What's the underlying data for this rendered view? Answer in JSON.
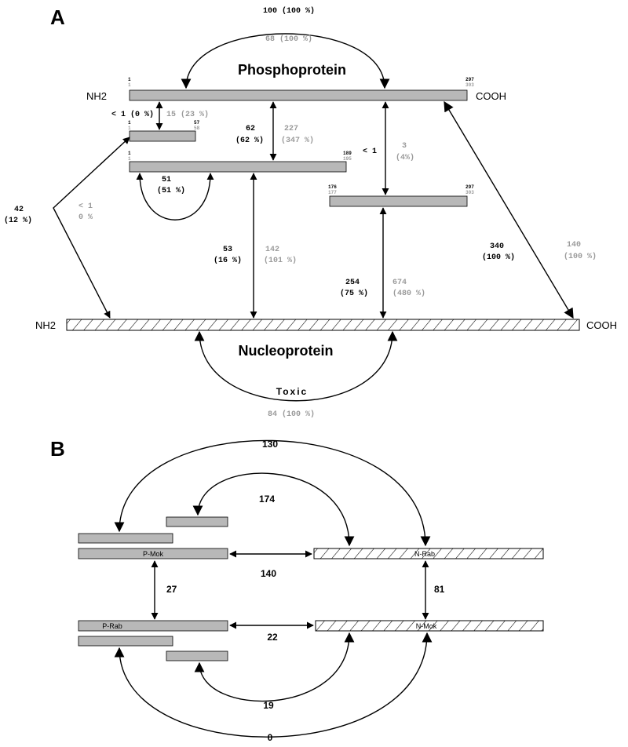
{
  "panel_a": {
    "letter": "A",
    "phosphoprotein_label": "Phosphoprotein",
    "nucleoprotein_label": "Nucleoprotein",
    "p_nh2": "NH2",
    "p_cooh": "COOH",
    "n_nh2": "NH2",
    "n_cooh": "COOH",
    "toxic_label": "Toxic",
    "p_self_black": "100 (100 %)",
    "p_self_grey": "68 (100 %)",
    "n_self_grey": "84 (100 %)",
    "p_full_start_b": "1",
    "p_full_start_g": "1",
    "p_full_end_b": "297",
    "p_full_end_g": "303",
    "f1_start_b": "1",
    "f1_start_g": "1",
    "f1_end_b": "57",
    "f1_end_g": "58",
    "f2_start_b": "1",
    "f2_start_g": "1",
    "f2_end_b": "189",
    "f2_end_g": "195",
    "f3_start_b": "176",
    "f3_start_g": "177",
    "f3_end_b": "297",
    "f3_end_g": "303",
    "i_pf1_black": "< 1 (0 %)",
    "i_pf1_grey": "15 (23 %)",
    "i_pf2_black_1": "62",
    "i_pf2_black_2": "(62 %)",
    "i_pf2_grey_1": "227",
    "i_pf2_grey_2": "(347 %)",
    "i_pf3_black_1": "< 1",
    "i_pf3_grey_1": "3",
    "i_pf3_grey_2": "(4%)",
    "i_f2self_black_1": "51",
    "i_f2self_black_2": "(51 %)",
    "i_f1n_black_1": "42",
    "i_f1n_black_2": "(12 %)",
    "i_f1n_grey_1": "< 1",
    "i_f1n_grey_2": "0 %",
    "i_f2n_black_1": "53",
    "i_f2n_black_2": "(16 %)",
    "i_f2n_grey_1": "142",
    "i_f2n_grey_2": "(101 %)",
    "i_f3n_black_1": "254",
    "i_f3n_black_2": "(75 %)",
    "i_f3n_grey_1": "674",
    "i_f3n_grey_2": "(480 %)",
    "i_pn_black_1": "340",
    "i_pn_black_2": "(100 %)",
    "i_pn_grey_1": "140",
    "i_pn_grey_2": "(100 %)"
  },
  "panel_b": {
    "letter": "B",
    "p_mok_label": "P-Mok",
    "n_rab_label": "N-Rab",
    "p_rab_label": "P-Rab",
    "n_mok_label": "N-Mok",
    "v_top_arc": "130",
    "v_inner_top_arc": "174",
    "v_pmok_nrab": "140",
    "v_pmok_prab": "27",
    "v_nrab_nmok": "81",
    "v_prab_nmok": "22",
    "v_inner_bottom_arc": "19",
    "v_bottom_arc": "0"
  },
  "colors": {
    "grey_bar": "#b8b8b8",
    "grey_text": "#9a9a9a",
    "black": "#000000"
  }
}
